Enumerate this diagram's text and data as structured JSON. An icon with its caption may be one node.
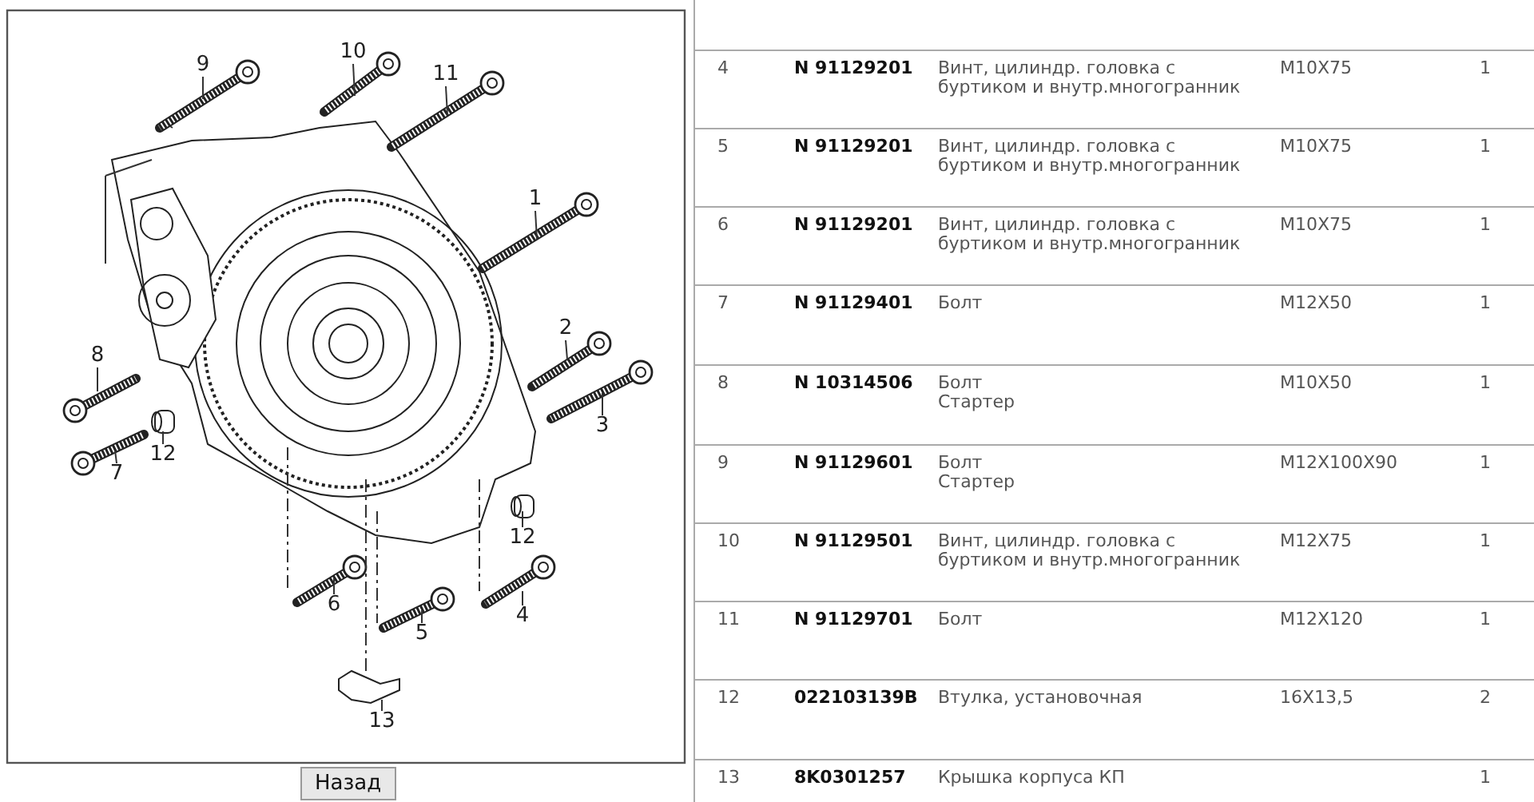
{
  "diagram": {
    "nodes": [
      {
        "text": [
          "10"
        ]
      },
      {
        "text": [
          "9"
        ]
      },
      {
        "text": [
          "11"
        ]
      },
      {
        "text": [
          "1"
        ]
      },
      {
        "text": [
          "2"
        ]
      },
      {
        "text": [
          "8"
        ]
      },
      {
        "text": [
          "3"
        ]
      },
      {
        "text": [
          "12"
        ]
      },
      {
        "text": [
          "7"
        ]
      },
      {
        "text": [
          "12"
        ]
      },
      {
        "text": [
          "6"
        ]
      },
      {
        "text": [
          "4"
        ]
      },
      {
        "text": [
          "5"
        ]
      },
      {
        "text": [
          "13"
        ]
      }
    ],
    "edges": [
      {
        "from": 0,
        "to": null,
        "arrow": "none"
      },
      {
        "from": 1,
        "to": null,
        "arrow": "none"
      },
      {
        "from": 2,
        "to": null,
        "arrow": "none"
      },
      {
        "from": 3,
        "to": null,
        "arrow": "none"
      },
      {
        "from": 4,
        "to": null,
        "arrow": "none"
      },
      {
        "from": 5,
        "to": null,
        "arrow": "none"
      },
      {
        "from": 6,
        "to": null,
        "arrow": "none"
      },
      {
        "from": 7,
        "to": null,
        "arrow": "none"
      },
      {
        "from": 8,
        "to": null,
        "arrow": "none"
      },
      {
        "from": 9,
        "to": null,
        "arrow": "none"
      },
      {
        "from": 10,
        "to": null,
        "arrow": "none"
      },
      {
        "from": 11,
        "to": null,
        "arrow": "none"
      },
      {
        "from": 12,
        "to": null,
        "arrow": "none"
      },
      {
        "from": 13,
        "to": null,
        "arrow": "none"
      }
    ],
    "labels": [
      "4",
      "N 91129201",
      "Винт, цилиндр. головка с буртиком и внутр.многогранник",
      "M10X75",
      "1",
      "5",
      "N 91129201",
      "Винт, цилиндр. головка с буртиком и внутр.многогранник",
      "M10X75",
      "1",
      "6",
      "N 91129201",
      "Винт, цилиндр. головка с буртиком и внутр.многогранник",
      "M10X75",
      "1",
      "7",
      "N 91129401",
      "Болт",
      "M12X50",
      "1",
      "8",
      "N 10314506",
      "Болт",
      "Стартер",
      "M10X50",
      "1",
      "9",
      "N 91129601",
      "Болт",
      "Стартер",
      "M12X100X90",
      "1",
      "10",
      "N 91129501",
      "Винт, цилиндр. головка с буртиком и внутр.многогранник",
      "M12X75",
      "1",
      "11",
      "N 91129701",
      "Болт",
      "M12X120",
      "1",
      "12",
      "022103139B",
      "Втулка, установочная",
      "16X13,5",
      "2",
      "13",
      "8K0301257",
      "Крышка корпуса КП",
      "1",
      "Назад"
    ]
  }
}
